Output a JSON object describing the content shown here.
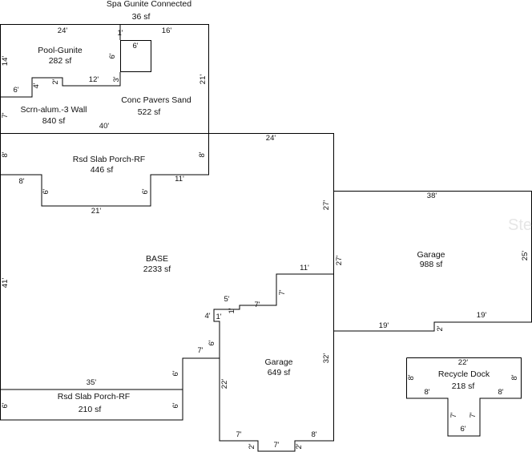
{
  "areas": {
    "spa": {
      "name": "Spa Gunite Connected",
      "size": "36 sf"
    },
    "pool": {
      "name": "Pool-Gunite",
      "size": "282 sf"
    },
    "pavers": {
      "name": "Conc Pavers Sand",
      "size": "522 sf"
    },
    "screen": {
      "name": "Scrn-alum.-3 Wall",
      "size": "840 sf"
    },
    "porch_rear": {
      "name": "Rsd Slab Porch-RF",
      "size": "446 sf"
    },
    "base": {
      "name": "BASE",
      "size": "2233 sf"
    },
    "garage_right": {
      "name": "Garage",
      "size": "988 sf"
    },
    "garage_center": {
      "name": "Garage",
      "size": "649 sf"
    },
    "porch_front": {
      "name": "Rsd Slab Porch-RF",
      "size": "210 sf"
    },
    "recycle": {
      "name": "Recycle Dock",
      "size": "218 sf"
    }
  },
  "dims": {
    "d24_top": "24'",
    "d1_spa": "1'",
    "d16": "16'",
    "d6_spa_top": "6'",
    "d6_spa_side": "6'",
    "d14": "14'",
    "d21_pav": "21'",
    "d4_pool": "4'",
    "d2_pool": "2'",
    "d12_pool": "12'",
    "d3_pool": "3'",
    "d6_pool": "6'",
    "d7_scrn": "7'",
    "d40": "40'",
    "d8_porch_l": "8'",
    "d8_porch_r": "8'",
    "d24_base": "24'",
    "d8_porch_bl": "8'",
    "d6_porch_l": "6'",
    "d6_porch_r": "6'",
    "d11_porch": "11'",
    "d21_porch": "21'",
    "d38": "38'",
    "d27_upper": "27'",
    "d27_lower": "27'",
    "d25": "25'",
    "d41": "41'",
    "d11_base": "11'",
    "d7_step": "7'",
    "d5": "5'",
    "d1_a": "1'",
    "d7_b": "7'",
    "d4_b": "4'",
    "d1_b": "1'",
    "d19_l": "19'",
    "d2_gar": "2'",
    "d19_r": "19'",
    "d6_gar": "6'",
    "d7_gar": "7'",
    "d32": "32'",
    "d22_gar": "22'",
    "d6_fp": "6'",
    "d35": "35'",
    "d6_fp_l": "6'",
    "d6_fp_r": "6'",
    "d7_bot_l": "7'",
    "d2_bot_l": "2'",
    "d7_bot": "7'",
    "d2_bot_r": "2'",
    "d8_bot": "8'",
    "d22_rd": "22'",
    "d8_rd_l": "8'",
    "d8_rd_r": "8'",
    "d8_rd_bl": "8'",
    "d8_rd_br": "8'",
    "d7_rd_l": "7'",
    "d7_rd_r": "7'",
    "d6_rd": "6'"
  },
  "watermark": "Ste"
}
